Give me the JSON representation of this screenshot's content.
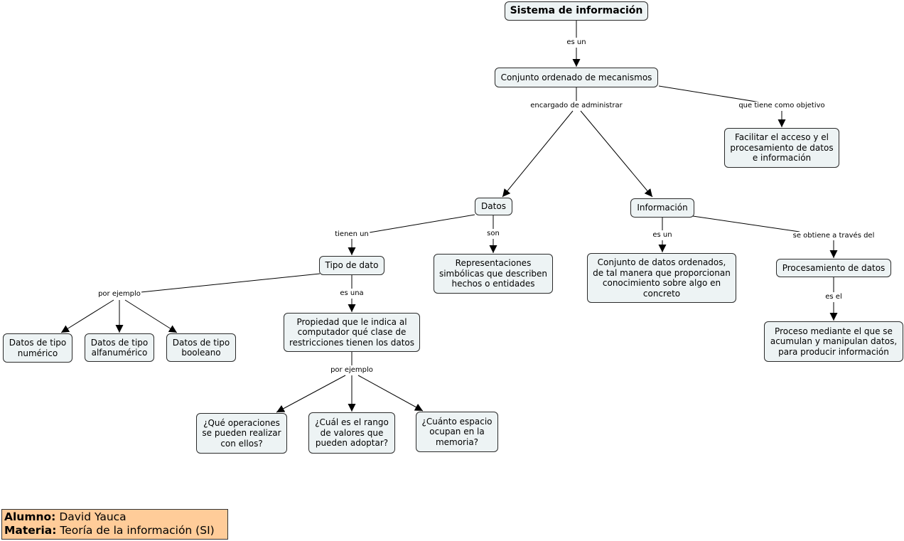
{
  "nodes": {
    "sistema": "Sistema de información",
    "conjunto": "Conjunto ordenado de mecanismos",
    "facilitar": "Facilitar el acceso y el procesamiento de datos e información",
    "datos": "Datos",
    "informacion": "Información",
    "tipo_dato": "Tipo de dato",
    "representaciones": "Representaciones simbólicas que describen hechos o entidades",
    "conjunto_datos": "Conjunto de datos ordenados, de tal manera que proporcionan conocimiento sobre algo en concreto",
    "procesamiento": "Procesamiento de datos",
    "numerico": "Datos de tipo numérico",
    "alfanumerico": "Datos de tipo alfanumérico",
    "booleano": "Datos de tipo booleano",
    "propiedad": "Propiedad que le indica al computador qué clase de restricciones tienen los datos",
    "proceso": "Proceso mediante el que se acumulan y manipulan datos, para producir información",
    "operaciones": "¿Qué operaciones se pueden realizar con ellos?",
    "rango": "¿Cuál es el rango de valores que pueden adoptar?",
    "espacio": "¿Cuánto espacio ocupan en la memoria?"
  },
  "links": {
    "es_un_1": "es un",
    "encargado": "encargado de administrar",
    "objetivo": "que tiene como objetivo",
    "tienen_un": "tienen un",
    "son": "son",
    "es_un_2": "es un",
    "se_obtiene": "se obtiene a través del",
    "por_ejemplo_1": "por ejemplo",
    "es_una": "es una",
    "es_el": "es el",
    "por_ejemplo_2": "por ejemplo"
  },
  "footer": {
    "alumno_label": "Alumno:",
    "alumno_value": "David Yauca",
    "materia_label": "Materia:",
    "materia_value": "Teoría de la información (SI)"
  },
  "colors": {
    "node_fill": "#edf3f4",
    "node_border": "#2a2a2a",
    "footer_fill": "#ffcc99"
  }
}
